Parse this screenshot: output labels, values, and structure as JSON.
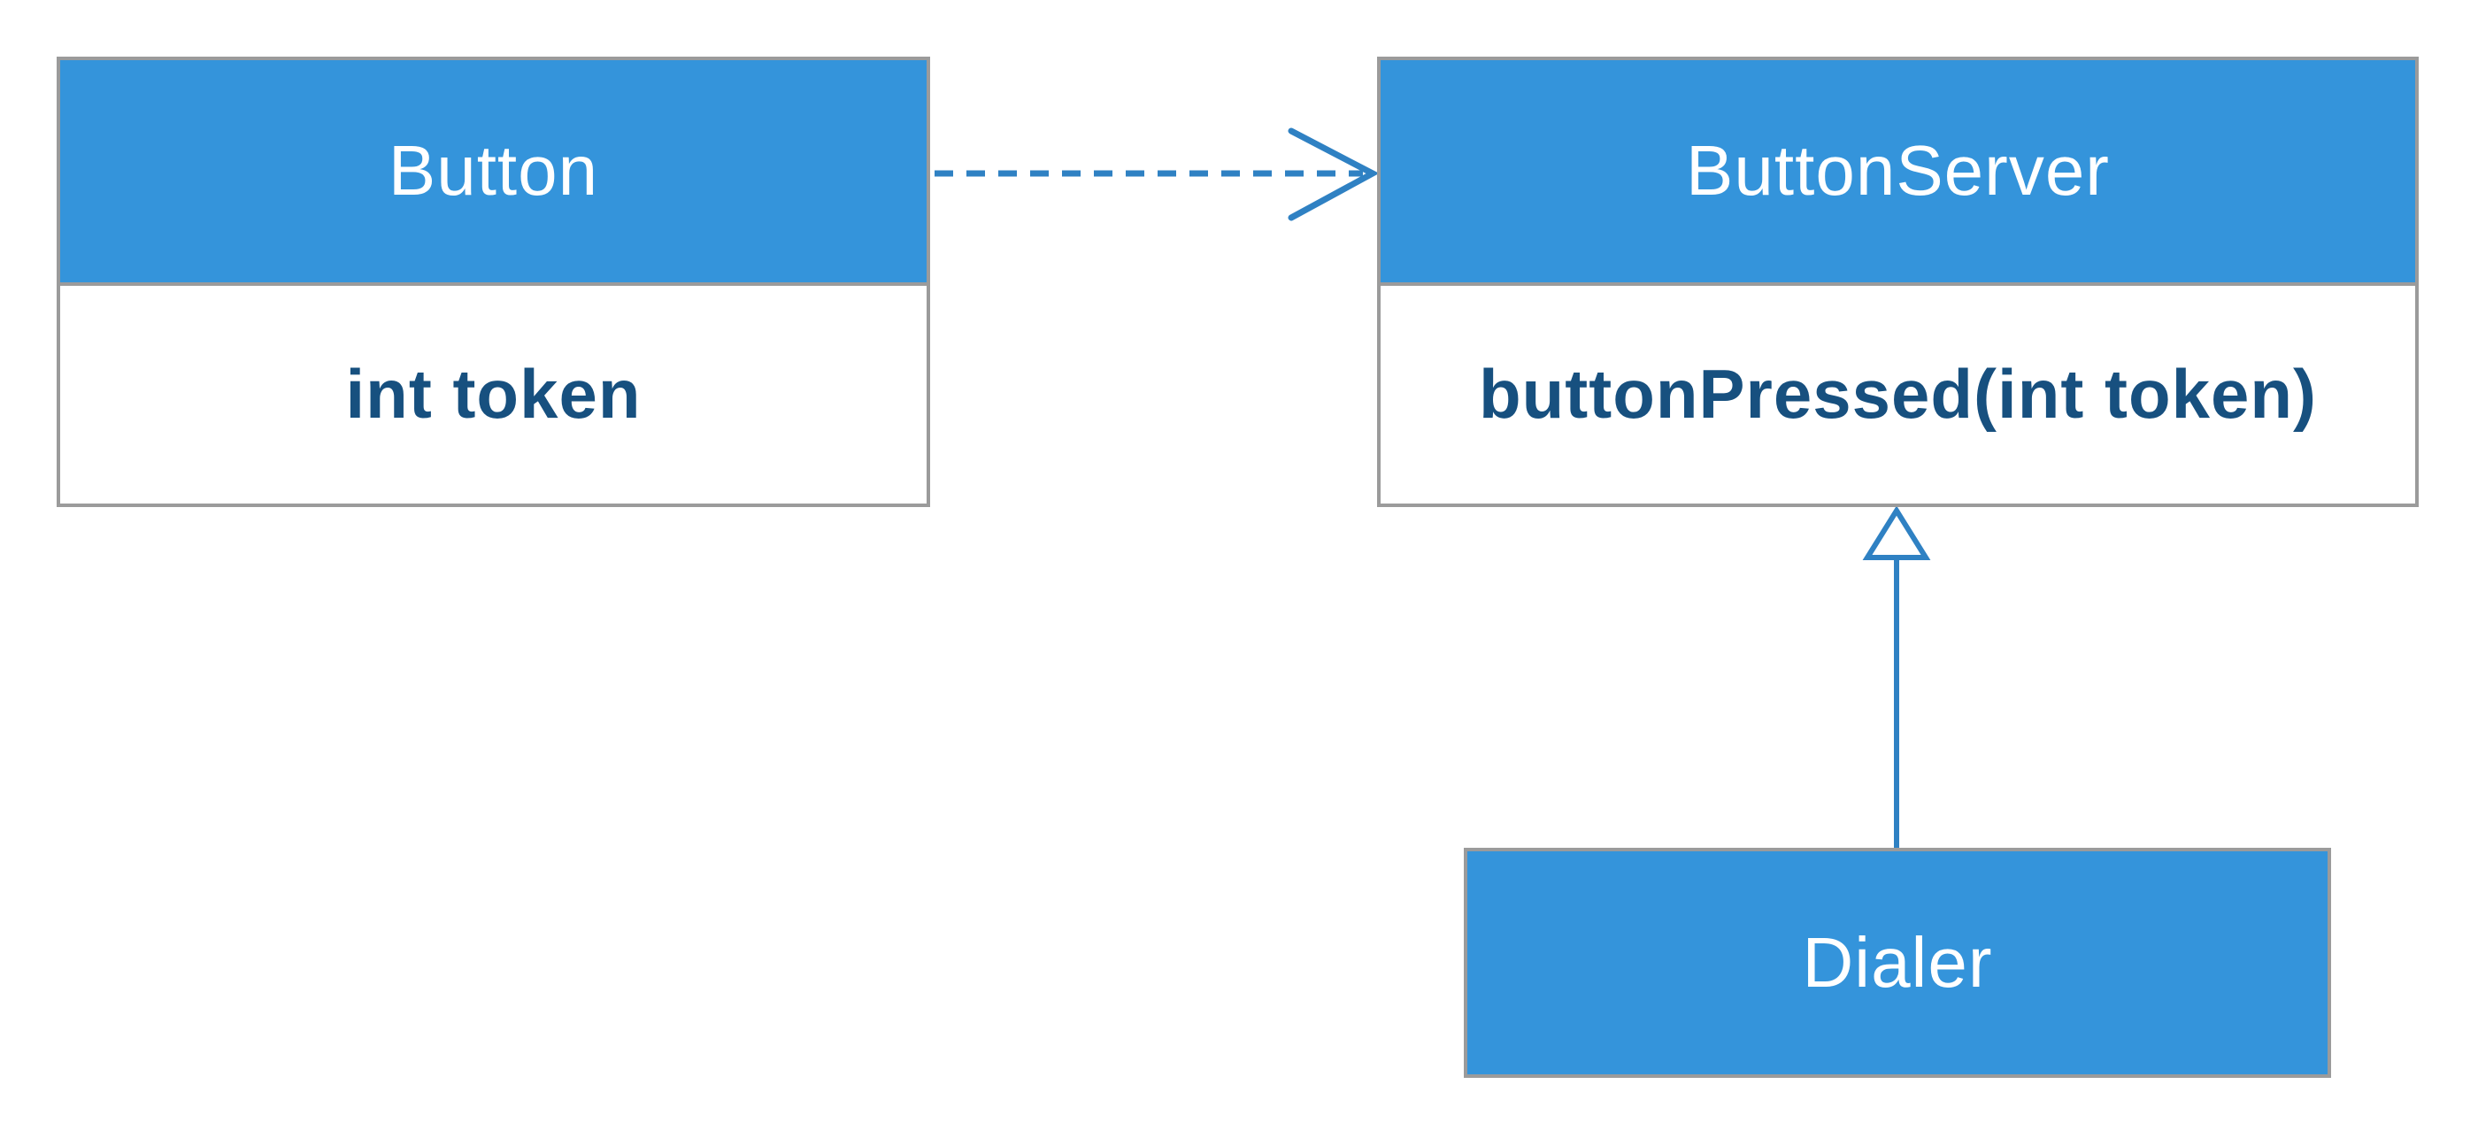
{
  "diagram": {
    "type": "uml-class-diagram",
    "classes": [
      {
        "id": "button",
        "title": "Button",
        "attributes": [
          "int token"
        ]
      },
      {
        "id": "buttonserver",
        "title": "ButtonServer",
        "operations": [
          "buttonPressed(int token)"
        ]
      },
      {
        "id": "dialer",
        "title": "Dialer"
      }
    ],
    "relationships": [
      {
        "from": "Button",
        "to": "ButtonServer",
        "type": "dependency",
        "style": "dashed line with open arrowhead"
      },
      {
        "from": "Dialer",
        "to": "ButtonServer",
        "type": "realization",
        "style": "solid line with hollow triangle arrowhead"
      }
    ],
    "colors": {
      "class_fill": "#3494db",
      "class_border": "#9b9b9b",
      "title_text": "#ffffff",
      "member_text": "#17507f",
      "connector": "#2f81c3",
      "background": "#ffffff"
    }
  }
}
